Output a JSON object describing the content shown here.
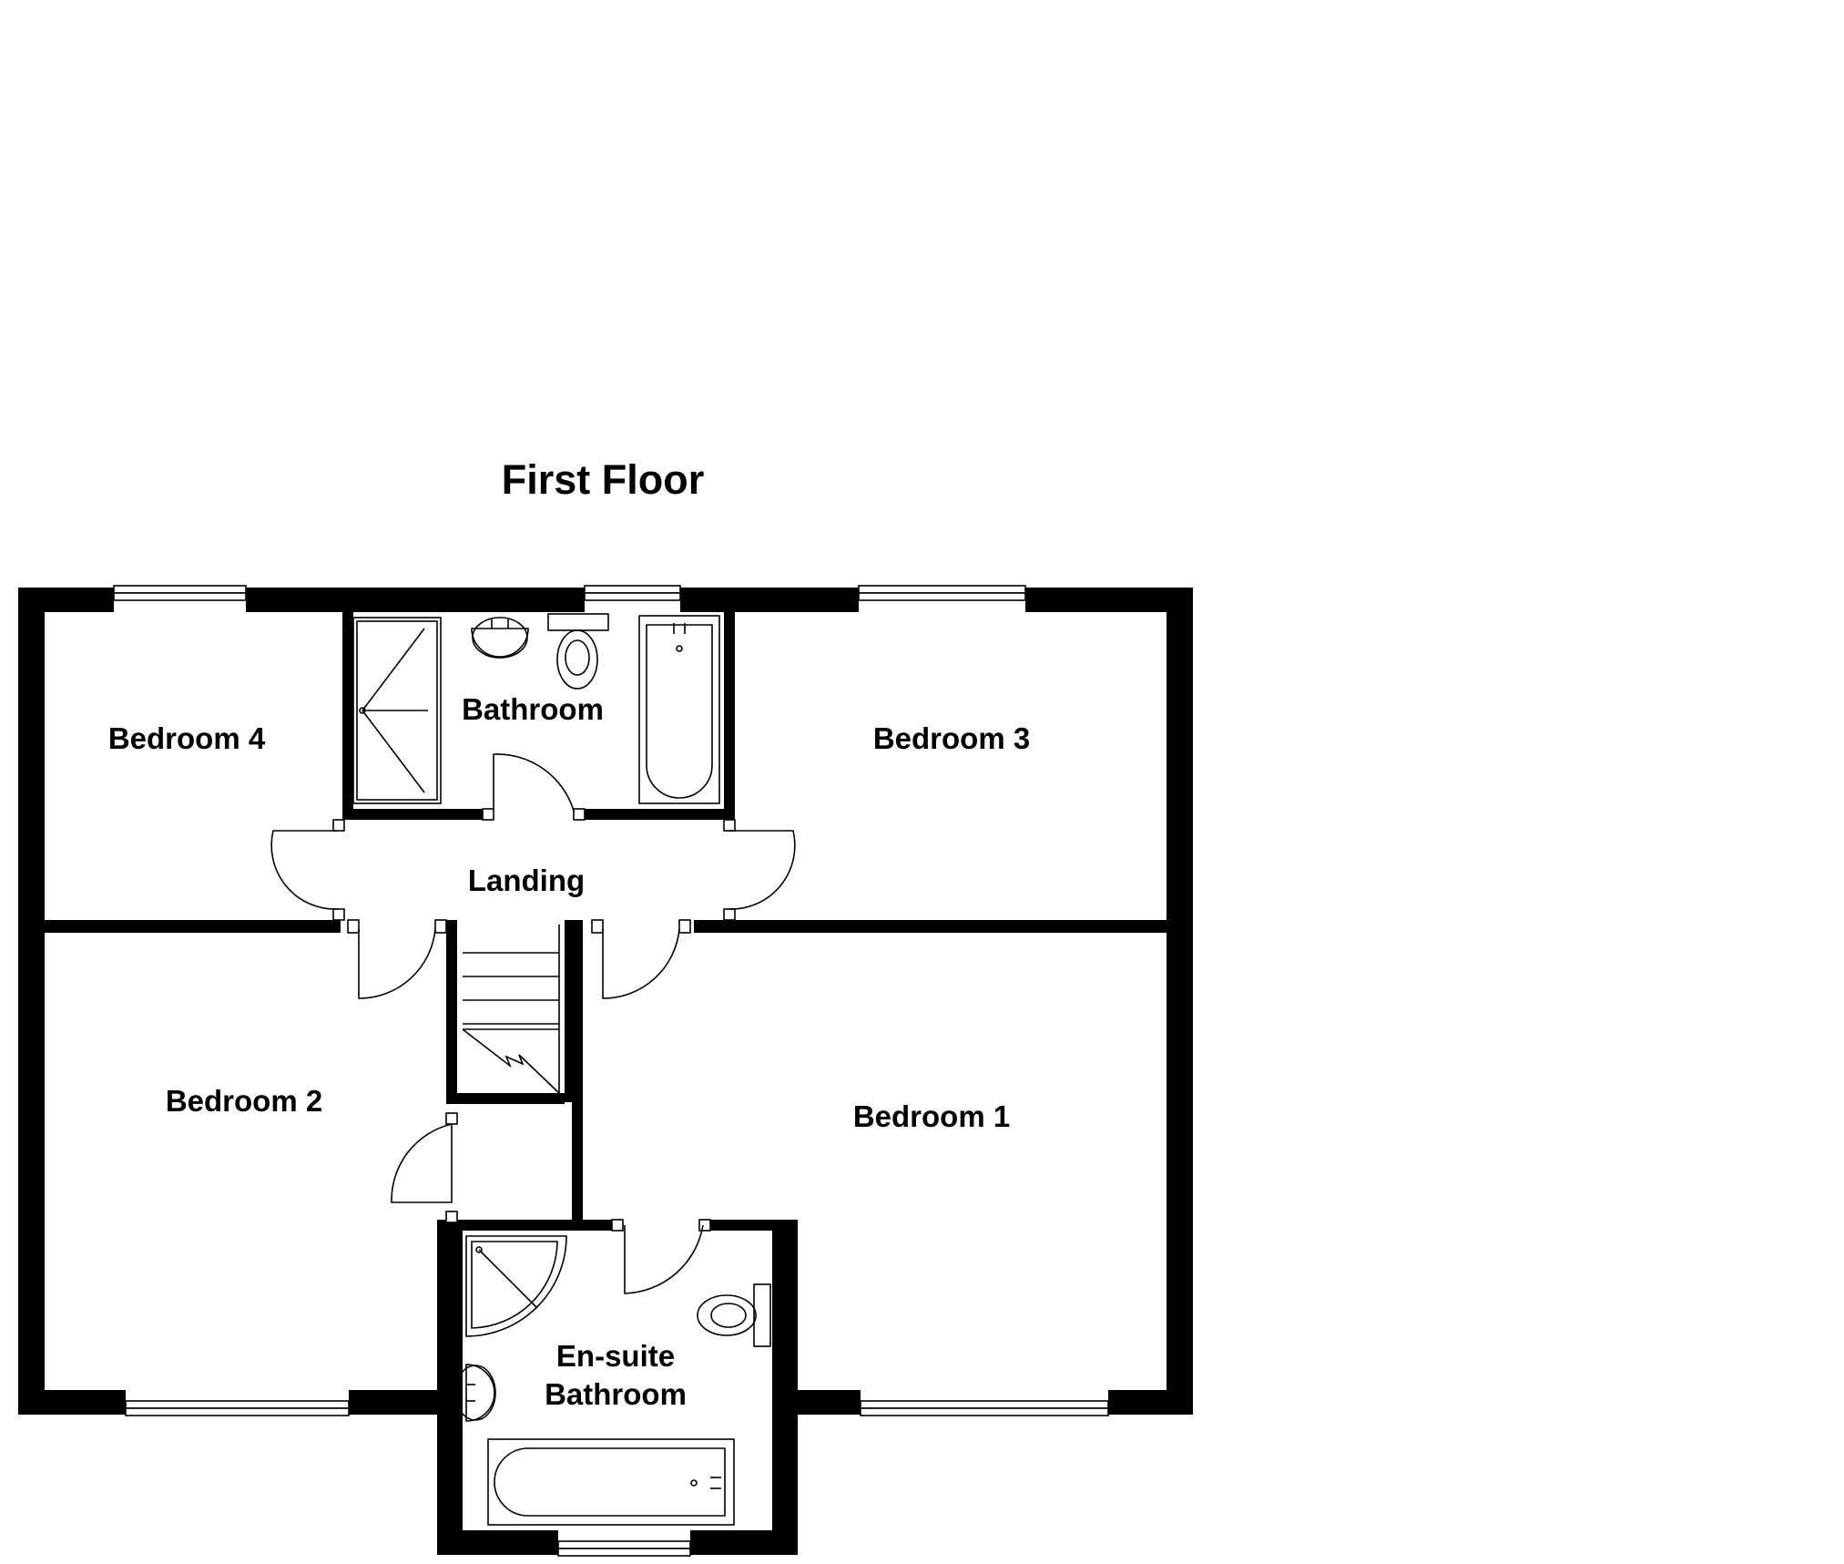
{
  "title": "First Floor",
  "rooms": {
    "bedroom_1": "Bedroom 1",
    "bedroom_2": "Bedroom 2",
    "bedroom_3": "Bedroom 3",
    "bedroom_4": "Bedroom 4",
    "bathroom": "Bathroom",
    "landing": "Landing",
    "ensuite_line1": "En-suite",
    "ensuite_line2": "Bathroom"
  },
  "colors": {
    "wall": "#000000",
    "background": "#ffffff"
  }
}
